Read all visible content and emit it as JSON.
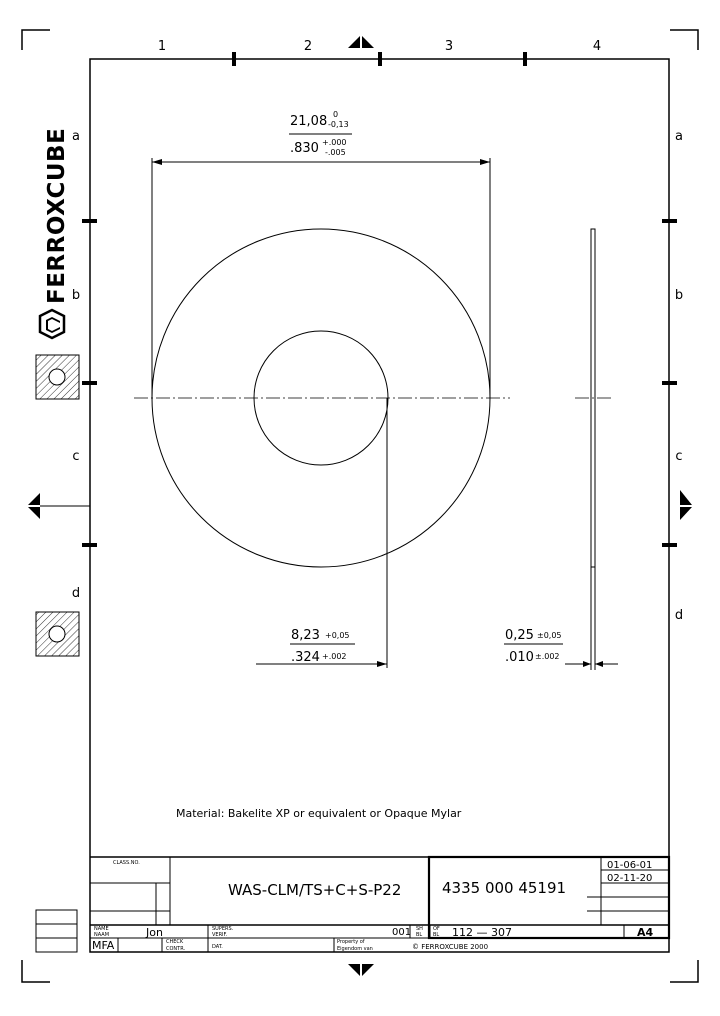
{
  "brand": {
    "logo_text": "FERROXCUBE"
  },
  "zones": {
    "columns": [
      "1",
      "2",
      "3",
      "4"
    ],
    "rows_left": [
      "a",
      "b",
      "c",
      "d"
    ],
    "rows_right": [
      "a",
      "b",
      "c",
      "d"
    ]
  },
  "dimensions": {
    "outer_diameter": {
      "mm": "21,08",
      "mm_tol_upper": "0",
      "mm_tol_lower": "-0,13",
      "inch": ".830",
      "inch_tol_upper": "+.000",
      "inch_tol_lower": "-.005"
    },
    "inner_diameter": {
      "mm": "8,23",
      "mm_tol": "+0,05",
      "inch": ".324",
      "inch_tol": "+.002"
    },
    "thickness": {
      "mm": "0,25",
      "mm_tol": "±0,05",
      "inch": ".010",
      "inch_tol": "±.002"
    }
  },
  "material_note": "Material: Bakelite XP or equivalent or Opaque Mylar",
  "title_block": {
    "class_label": "CLASS.NO.",
    "drawing_name": "WAS-CLM/TS+C+S-P22",
    "part_number": "4335 000 45191",
    "dates": [
      "01-06-01",
      "02-11-20"
    ],
    "naam_label_1": "NAME",
    "naam_label_2": "NAAM",
    "naam_value": "Jon",
    "dept_value": "MFA",
    "check_label_1": "CHECK",
    "check_label_2": "CONTR.",
    "supers_label_1": "SUPERS.",
    "supers_label_2": "VERIF.",
    "dat_label": "DAT.",
    "property_text_1": "Property of",
    "property_text_2": "Eigendom van",
    "sheet_code": "001",
    "sheet_label_1": "SH",
    "sheet_label_2": "BL",
    "of_label_1": "OF",
    "of_label_2": "BL",
    "sheet_range": "112 — 307",
    "format": "A4",
    "copyright": "© FERROXCUBE 2000"
  }
}
